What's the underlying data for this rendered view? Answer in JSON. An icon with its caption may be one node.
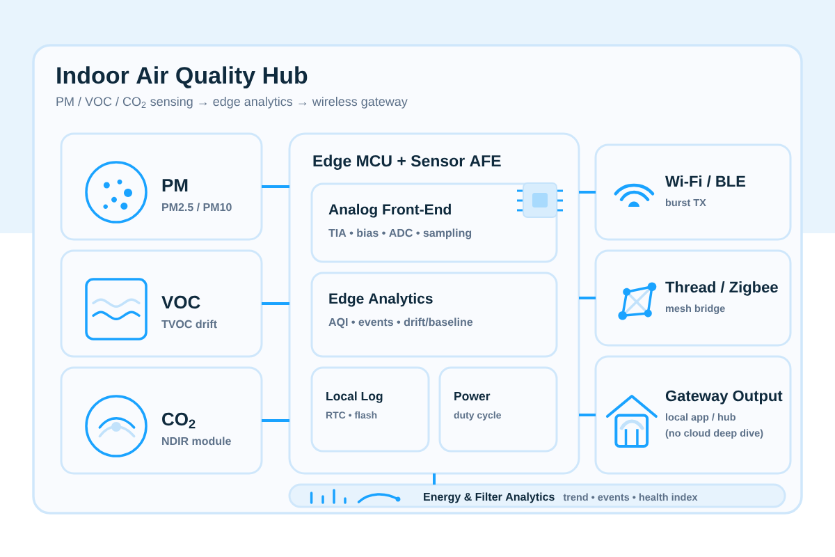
{
  "diagram": {
    "title": "Indoor Air Quality Hub",
    "nodes": [
      {
        "text": [
          "PM",
          "PM2.5 / PM10"
        ]
      },
      {
        "text": [
          "VOC",
          "TVOC drift"
        ]
      },
      {
        "text": [
          "CO$_{2}$",
          "NDIR module"
        ]
      },
      {
        "text": [
          "Edge MCU + Sensor AFE"
        ]
      },
      {
        "text": [
          "Analog Front-End",
          "TIA • bias • ADC • sampling"
        ],
        "in": 3
      },
      {
        "text": [
          "Edge Analytics",
          "AQI • events • drift/baseline"
        ],
        "in": 3
      },
      {
        "text": [
          "Local Log",
          "RTC • flash"
        ],
        "in": 3
      },
      {
        "text": [
          "Power",
          "duty cycle"
        ],
        "in": 3
      },
      {
        "text": [
          "Wi-Fi / BLE",
          "burst TX"
        ]
      },
      {
        "text": [
          "Thread / Zigbee",
          "mesh bridge"
        ]
      },
      {
        "text": [
          "Gateway Output",
          "local app / hub",
          "(no cloud deep dive)"
        ]
      },
      {
        "text": [
          "Energy & Filter Analytics",
          "trend • events • health index"
        ]
      }
    ],
    "edges": [
      {
        "from": 0,
        "to": 3,
        "arrow": "none"
      },
      {
        "from": 1,
        "to": 3,
        "arrow": "none"
      },
      {
        "from": 2,
        "to": 3,
        "arrow": "none"
      },
      {
        "from": 3,
        "to": 8,
        "arrow": "none"
      },
      {
        "from": 3,
        "to": 9,
        "arrow": "none"
      },
      {
        "from": 3,
        "to": 10,
        "arrow": "none"
      },
      {
        "from": 3,
        "to": 11,
        "arrow": "none"
      }
    ],
    "labels": [
      "PM / VOC / CO$_{2}$ sensing → edge analytics → wireless gateway"
    ]
  }
}
